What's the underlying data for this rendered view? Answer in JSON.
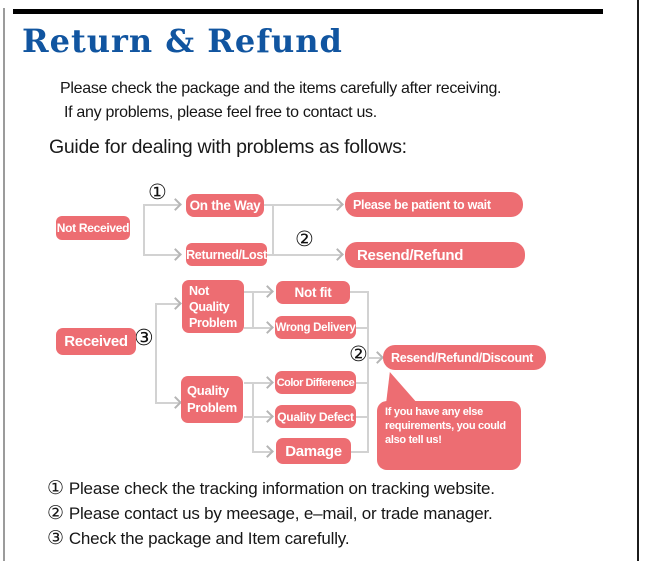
{
  "header": {
    "title": "Return & Refund"
  },
  "intro": {
    "line1": "Please check the package and the items carefully after receiving.",
    "line2": "If any problems, please feel free to contact us.",
    "guide": "Guide for dealing with problems as follows:"
  },
  "flowchart": {
    "not_received": "Not Received",
    "on_the_way": "On the Way",
    "returned_lost": "Returned/Lost",
    "be_patient": "Please be patient to wait",
    "resend_refund": "Resend/Refund",
    "received": "Received",
    "not_quality_problem": "Not Quality Problem",
    "quality_problem": "Quality Problem",
    "not_fit": "Not fit",
    "wrong_delivery": "Wrong Delivery",
    "color_difference": "Color Difference",
    "quality_defect": "Quality Defect",
    "damage": "Damage",
    "resend_refund_discount": "Resend/Refund/Discount",
    "note_bubble": "If you have any else requirements, you could also tell us!",
    "markers": {
      "one": "①",
      "two": "②",
      "three": "③"
    }
  },
  "footnotes": [
    {
      "marker": "①",
      "text": "Please check the tracking information on tracking website."
    },
    {
      "marker": "②",
      "text": "Please contact us by meesage, e–mail, or trade manager."
    },
    {
      "marker": "③",
      "text": "Check the package and Item carefully."
    }
  ],
  "colors": {
    "accent_pink": "#ed6d72",
    "title_blue": "#1155a0",
    "connector_gray": "#d2d2d2",
    "arrow_gray": "#b5b5b5",
    "top_rule_black": "#000000",
    "left_border_gray": "#9b9b9b",
    "right_border_dark": "#1c1c1c"
  }
}
